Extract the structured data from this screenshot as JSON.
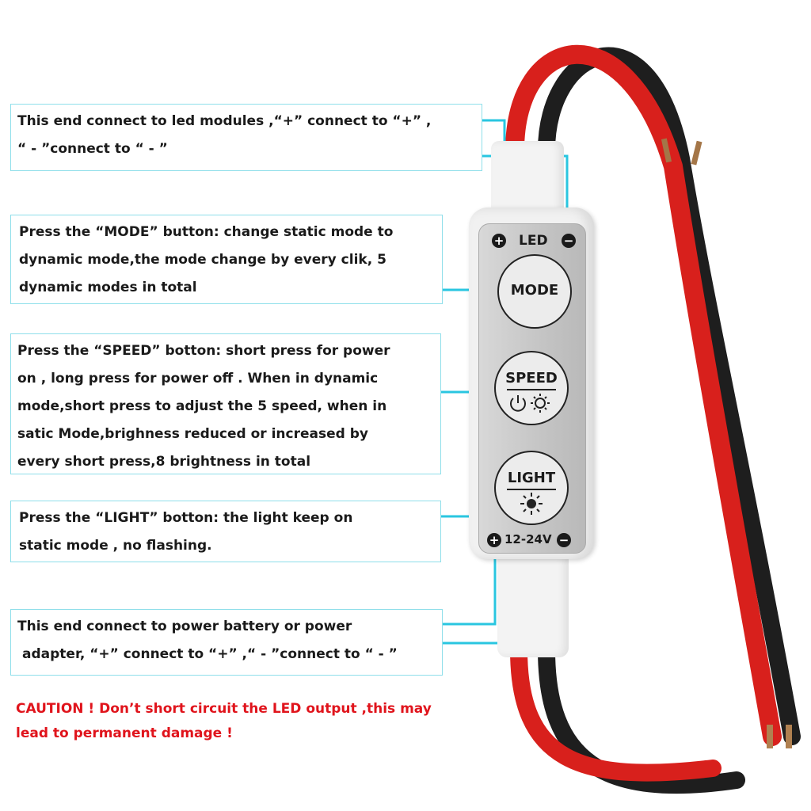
{
  "callouts": {
    "led": {
      "line1": "This end connect to led modules ,“+” connect to “+” ,",
      "line2": "“ - ”connect to “ - ”"
    },
    "mode": {
      "line1": "Press the “MODE” button: change static mode to",
      "line2": "dynamic mode,the mode change by every clik, 5",
      "line3": "dynamic modes in total"
    },
    "speed": {
      "line1": "Press the “SPEED” botton: short press for power",
      "line2": "on , long press for power off . When in dynamic",
      "line3": "mode,short press to adjust the 5 speed, when in",
      "line4": "satic Mode,brighness reduced or increased by",
      "line5": "every short press,8 brightness in total"
    },
    "light": {
      "line1": "Press the “LIGHT” botton: the light keep on",
      "line2": "static mode , no flashing."
    },
    "power": {
      "line1": "This end connect to power battery or power",
      "line2": "adapter, “+” connect to “+” ,“ - ”connect to “ - ”"
    }
  },
  "caution": {
    "line1": "CAUTION ! Don’t short circuit the LED output ,this may",
    "line2": "lead to permanent damage !"
  },
  "controller": {
    "top_label": "LED",
    "bottom_label": "12-24V",
    "plus_symbol": "+",
    "minus_symbol": "−",
    "buttons": {
      "mode": "MODE",
      "speed": "SPEED",
      "light": "LIGHT"
    }
  },
  "colors": {
    "callout_border": "#8fdfea",
    "leader_line": "#29c6e0",
    "caution_text": "#e0141c",
    "wire_red": "#d8201c",
    "wire_black": "#1e1e1e"
  }
}
